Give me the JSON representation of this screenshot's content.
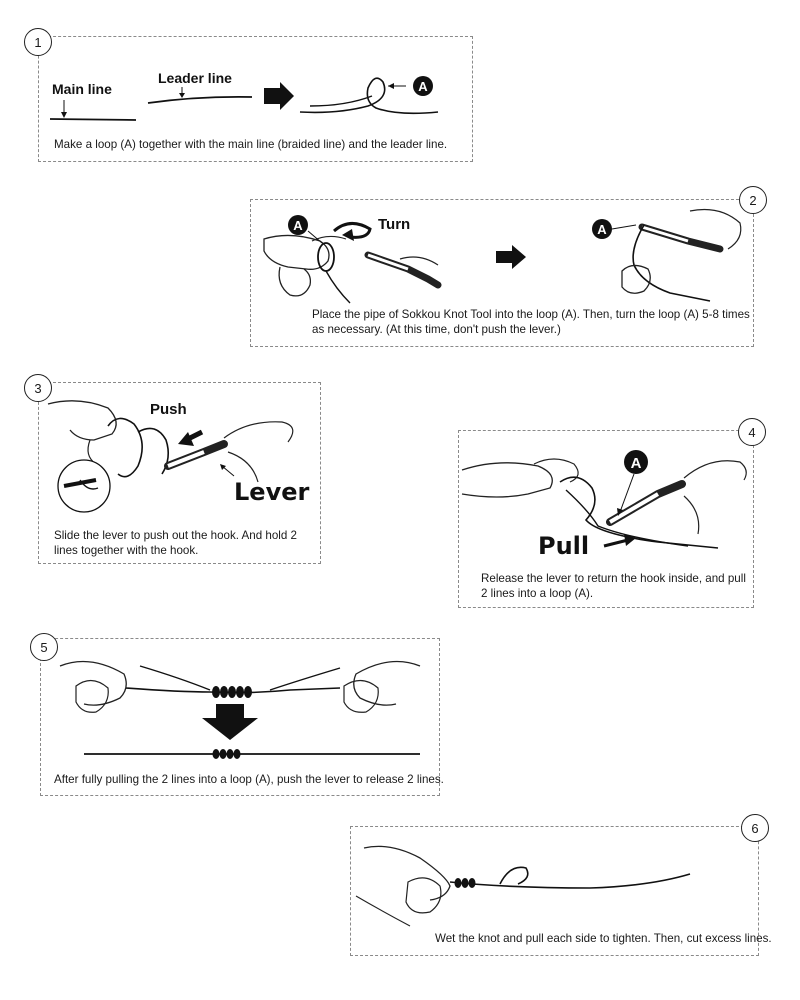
{
  "steps": [
    {
      "number": "1",
      "labels": {
        "main_line": "Main line",
        "leader_line": "Leader line",
        "loop_marker": "A"
      },
      "caption": "Make a loop (A) together with the main line (braided line) and the leader line."
    },
    {
      "number": "2",
      "labels": {
        "loop_marker_left": "A",
        "turn": "Turn",
        "loop_marker_right": "A"
      },
      "caption_line1": "Place the pipe of Sokkou Knot Tool into the loop (A). Then, turn the loop (A) 5-8 times",
      "caption_line2": "as necessary. (At this time, don't push the lever.)"
    },
    {
      "number": "3",
      "labels": {
        "push": "Push",
        "lever": "Lever"
      },
      "caption_line1": "Slide the lever to push out the hook. And hold 2",
      "caption_line2": "lines together with the hook."
    },
    {
      "number": "4",
      "labels": {
        "loop_marker": "A",
        "pull": "Pull"
      },
      "caption_line1": "Release the lever to return the hook inside, and pull",
      "caption_line2": "2 lines into a loop (A)."
    },
    {
      "number": "5",
      "caption": "After fully pulling the 2 lines into a loop (A), push the lever to release 2 lines."
    },
    {
      "number": "6",
      "caption": "Wet the knot and pull each side to tighten. Then, cut excess lines."
    }
  ]
}
